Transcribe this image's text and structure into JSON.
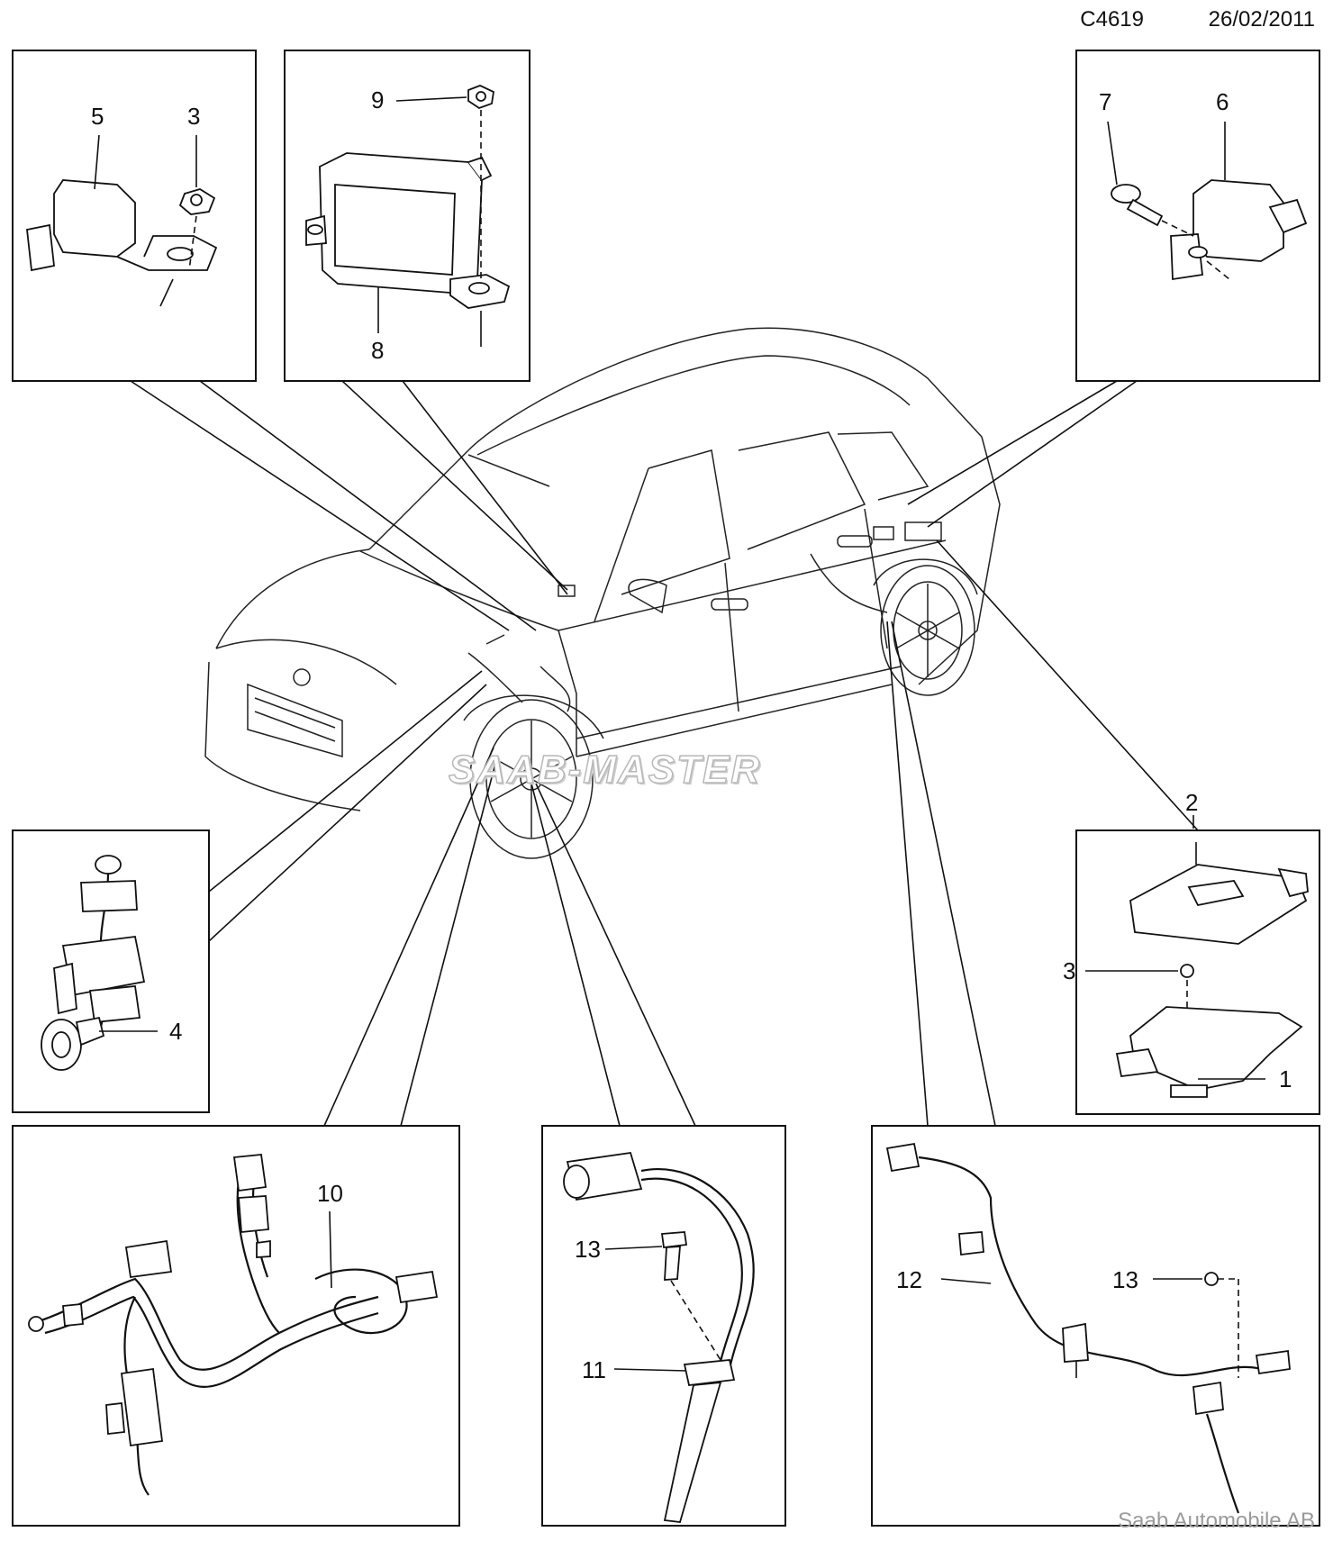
{
  "header": {
    "code": "C4619",
    "date": "26/02/2011"
  },
  "footer": {
    "text": "Saab Automobile AB"
  },
  "watermark": {
    "text": "SAAB-MASTER"
  },
  "callouts": {
    "p5": "5",
    "p3a": "3",
    "p9": "9",
    "p8": "8",
    "p7": "7",
    "p6": "6",
    "p2": "2",
    "p3b": "3",
    "p1": "1",
    "p4": "4",
    "p10": "10",
    "p13a": "13",
    "p11": "11",
    "p12": "12",
    "p13b": "13"
  }
}
